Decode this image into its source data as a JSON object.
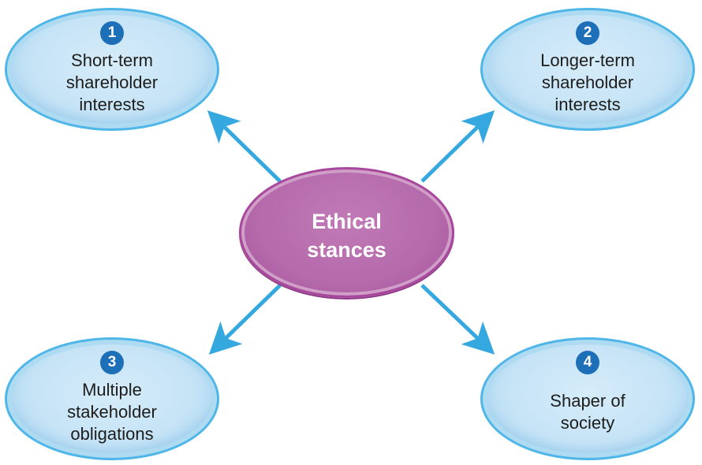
{
  "center": {
    "label_line1": "Ethical",
    "label_line2": "stances"
  },
  "nodes": [
    {
      "number": "1",
      "line1": "Short-term",
      "line2": "shareholder",
      "line3": "interests"
    },
    {
      "number": "2",
      "line1": "Longer-term",
      "line2": "shareholder",
      "line3": "interests"
    },
    {
      "number": "3",
      "line1": "Multiple",
      "line2": "stakeholder",
      "line3": "obligations"
    },
    {
      "number": "4",
      "line1": "Shaper of",
      "line2": "society"
    }
  ],
  "colors": {
    "arrow": "#35a8e0",
    "badge": "#1d6fb8",
    "center_fill": "#b56aab",
    "node_fill": "#c5e3f6"
  }
}
